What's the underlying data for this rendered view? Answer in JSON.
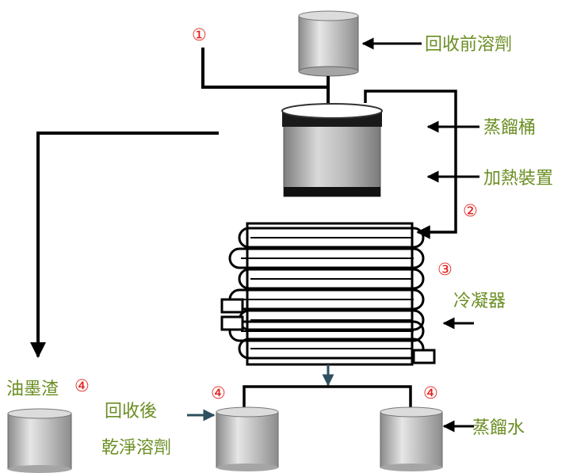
{
  "labels": {
    "solvent_before": "回收前溶劑",
    "still_pot": "蒸餾桶",
    "heater": "加熱裝置",
    "condenser": "冷凝器",
    "ink_residue": "油墨渣",
    "recovered_line1": "回收後",
    "recovered_line2": "乾淨溶劑",
    "distilled_water": "蒸餾水"
  },
  "steps": {
    "s1": "①",
    "s2": "②",
    "s3": "③",
    "s4a": "④",
    "s4b": "④",
    "s4c": "④"
  },
  "colors": {
    "label": "#6b8e23",
    "step_number": "#e0201b",
    "line": "#000000",
    "arrow_blue": "#2f4f5f"
  }
}
